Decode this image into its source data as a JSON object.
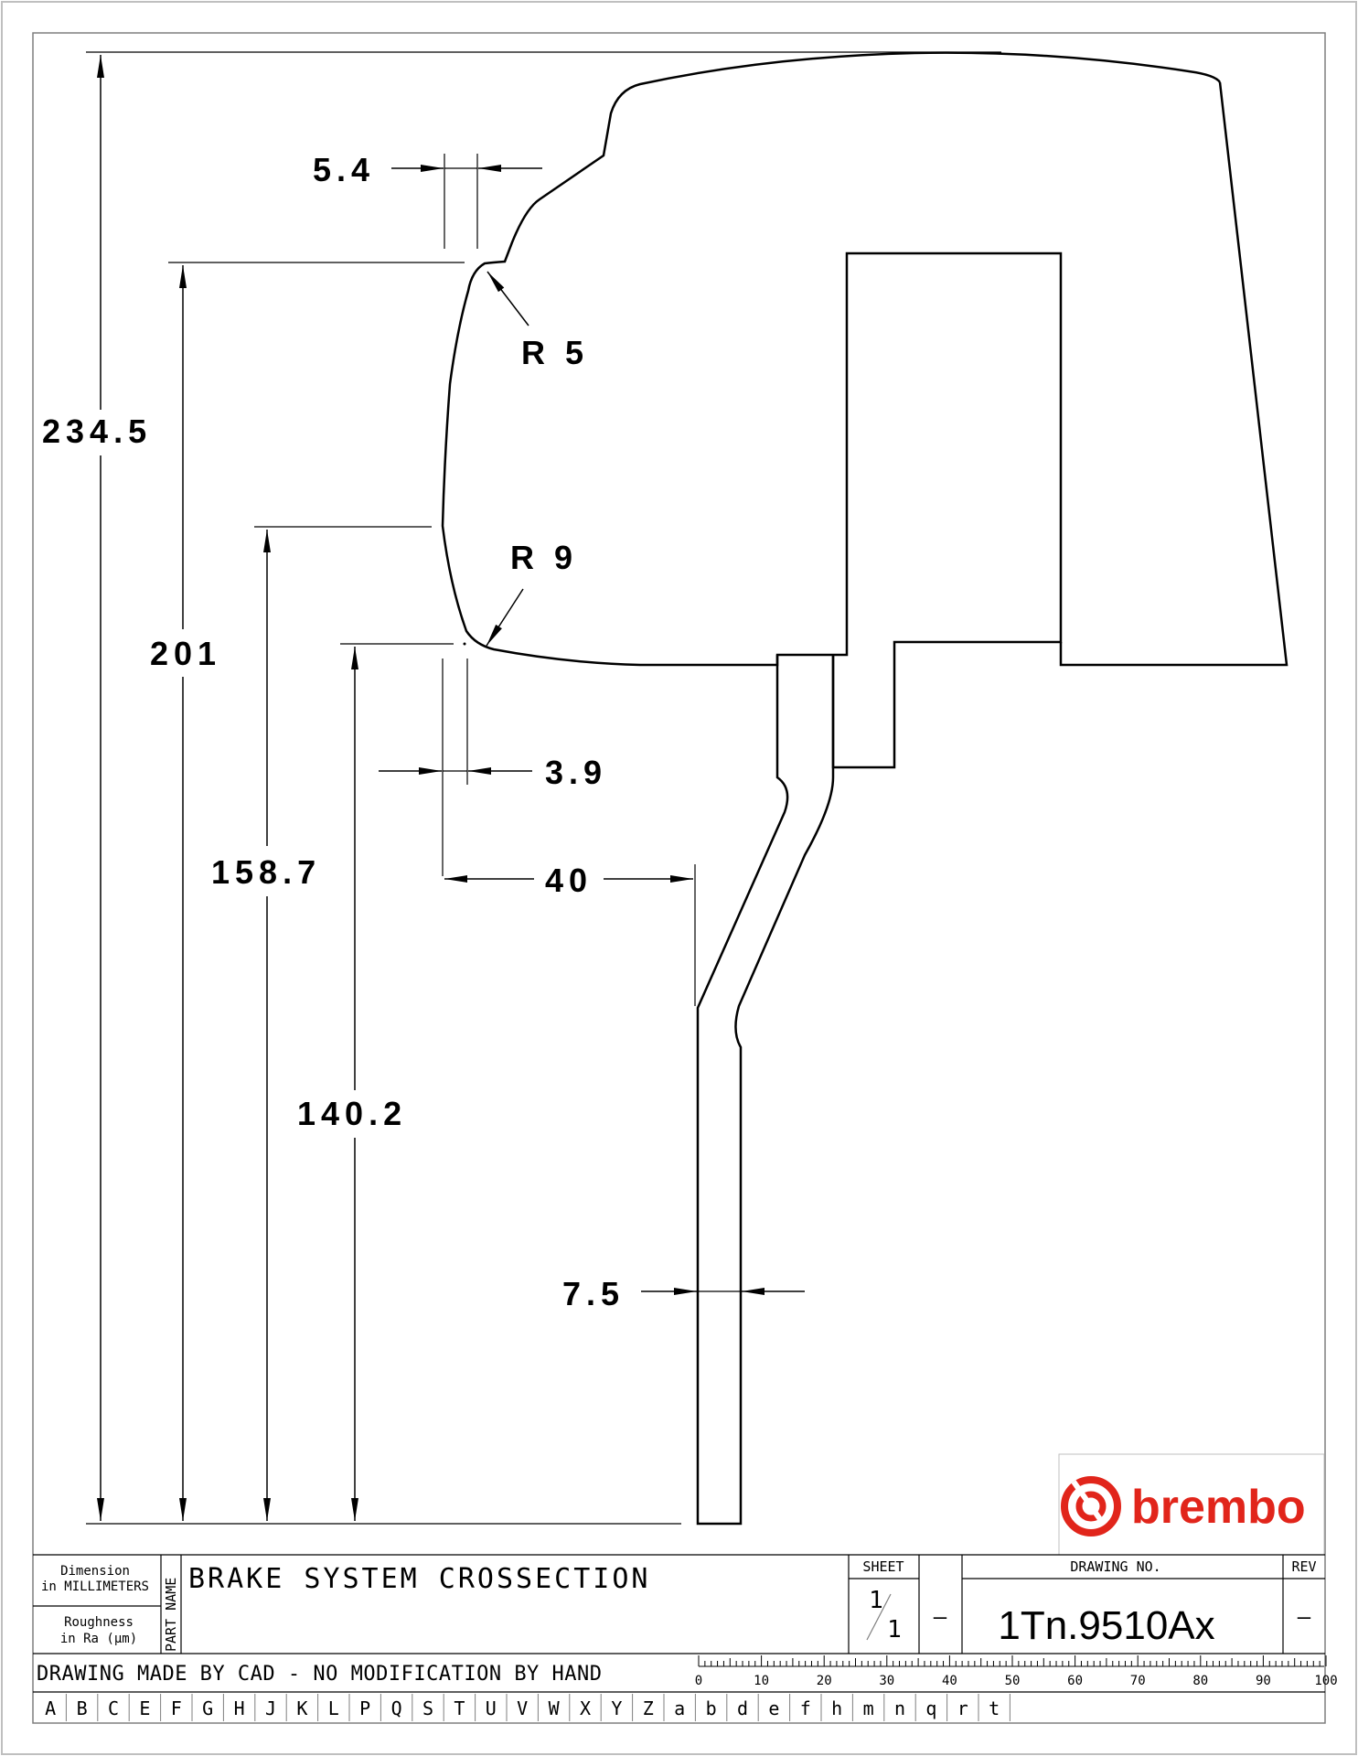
{
  "dimensions": {
    "overall_height": "234.5",
    "height_201": "201",
    "height_158_7": "158.7",
    "height_140_2": "140.2",
    "thickness_top": "5.4",
    "radius_top": "R 5",
    "radius_bottom": "R 9",
    "offset_3_9": "3.9",
    "width_40": "40",
    "disc_thickness": "7.5"
  },
  "brand": {
    "name": "brembo",
    "color": "#e1251b"
  },
  "title_block": {
    "dimension_label_1": "Dimension",
    "dimension_label_2": "in MILLIMETERS",
    "roughness_label_1": "Roughness",
    "roughness_label_2": "in Ra (µm)",
    "part_name_label": "PART NAME",
    "part_name": "BRAKE SYSTEM CROSSECTION",
    "sheet_label": "SHEET",
    "sheet_num": "1",
    "sheet_den": "1",
    "sheet_dash": "—",
    "drawing_no_label": "DRAWING NO.",
    "drawing_no": "1Tn.9510Ax",
    "rev_label": "REV",
    "rev_value": "—",
    "cad_note": "DRAWING MADE BY CAD - NO MODIFICATION BY HAND"
  },
  "scale_ticks": [
    "0",
    "10",
    "20",
    "30",
    "40",
    "50",
    "60",
    "70",
    "80",
    "90",
    "100"
  ],
  "letters": [
    "A",
    "B",
    "C",
    "E",
    "F",
    "G",
    "H",
    "J",
    "K",
    "L",
    "P",
    "Q",
    "S",
    "T",
    "U",
    "V",
    "W",
    "X",
    "Y",
    "Z",
    "a",
    "b",
    "d",
    "e",
    "f",
    "h",
    "m",
    "n",
    "q",
    "r",
    "t"
  ]
}
